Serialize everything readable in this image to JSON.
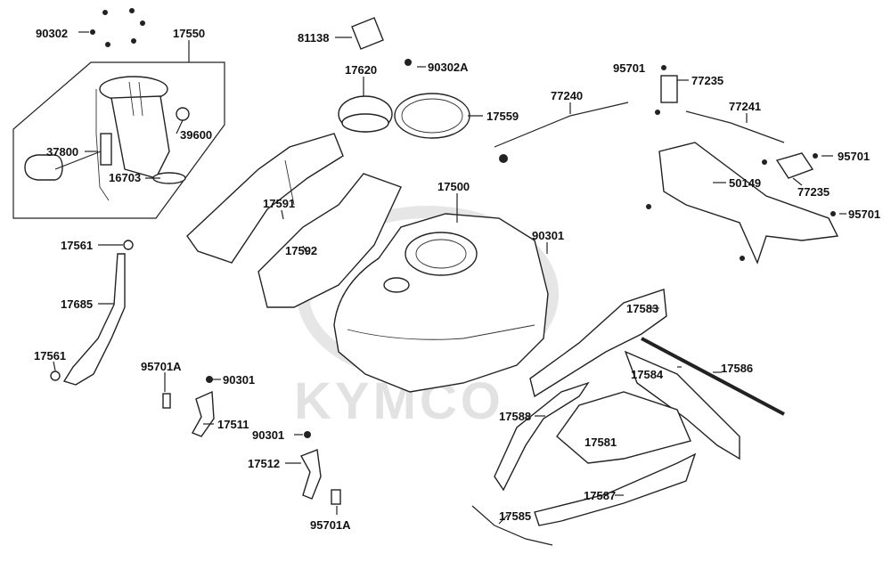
{
  "watermark": "KYMCO",
  "labels": {
    "l90302": "90302",
    "l17550": "17550",
    "l37800": "37800",
    "l39600": "39600",
    "l16703": "16703",
    "l81138": "81138",
    "l17620": "17620",
    "l90302A": "90302A",
    "l17559": "17559",
    "l77240": "77240",
    "l95701a": "95701",
    "l77235a": "77235",
    "l77241": "77241",
    "l95701b": "95701",
    "l50149": "50149",
    "l77235b": "77235",
    "l95701c": "95701",
    "l17591": "17591",
    "l17592": "17592",
    "l17500": "17500",
    "l90301a": "90301",
    "l17561a": "17561",
    "l17685": "17685",
    "l17561b": "17561",
    "l95701Aa": "95701A",
    "l90301b": "90301",
    "l17511": "17511",
    "l90301c": "90301",
    "l17512": "17512",
    "l95701Ab": "95701A",
    "l17583": "17583",
    "l17584": "17584",
    "l17586": "17586",
    "l17588": "17588",
    "l17581": "17581",
    "l17587": "17587",
    "l17585": "17585"
  }
}
